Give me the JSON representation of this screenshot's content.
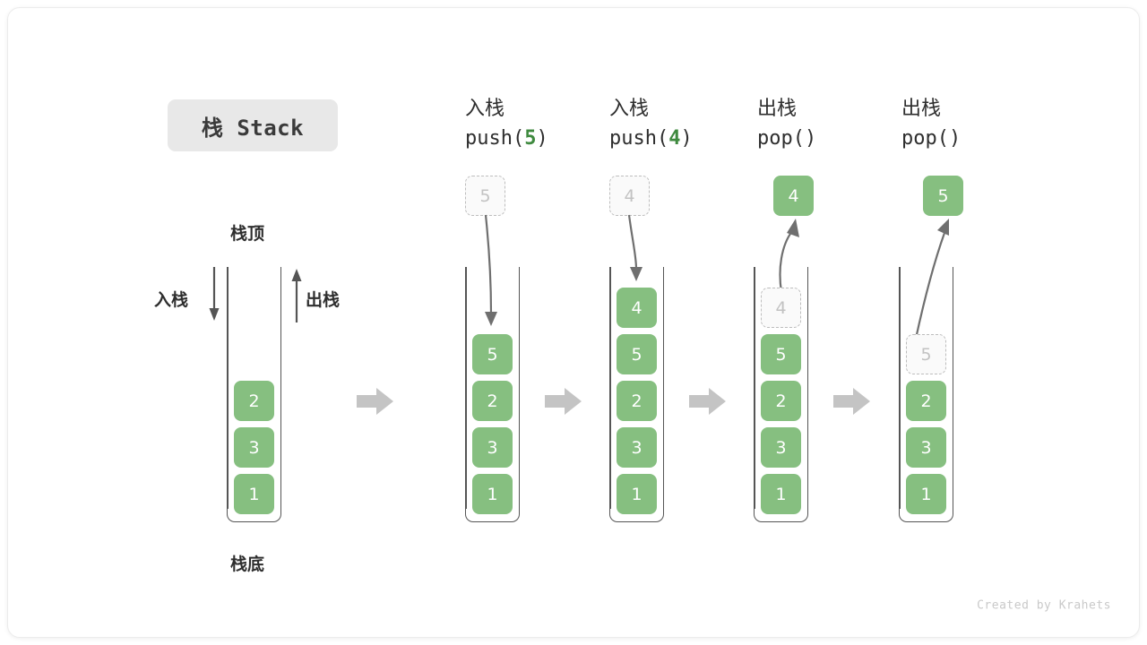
{
  "title_chip": "栈 Stack",
  "footer": "Created by Krahets",
  "colors": {
    "element_green": "#86bf80",
    "ghost_border": "#bdbdbd",
    "ghost_text": "#c2c2c2",
    "arrow_gray": "#c4c4c4",
    "chip_bg": "#e8e8e8",
    "accent_code": "#3f8a3f"
  },
  "base_panel": {
    "top_label": "栈顶",
    "bottom_label": "栈底",
    "push_label": "入栈",
    "pop_label": "出栈",
    "stack": [
      "2",
      "3",
      "1"
    ]
  },
  "steps": [
    {
      "id": "push-5",
      "op_cn": "入栈",
      "op_code_prefix": "push(",
      "op_code_arg": "5",
      "op_code_suffix": ")",
      "incoming": {
        "value": "5",
        "style": "ghost"
      },
      "stack": [
        "5",
        "2",
        "3",
        "1"
      ],
      "stack_styles": [
        "solid",
        "solid",
        "solid",
        "solid"
      ]
    },
    {
      "id": "push-4",
      "op_cn": "入栈",
      "op_code_prefix": "push(",
      "op_code_arg": "4",
      "op_code_suffix": ")",
      "incoming": {
        "value": "4",
        "style": "ghost"
      },
      "stack": [
        "4",
        "5",
        "2",
        "3",
        "1"
      ],
      "stack_styles": [
        "solid",
        "solid",
        "solid",
        "solid",
        "solid"
      ]
    },
    {
      "id": "pop-1",
      "op_cn": "出栈",
      "op_code_prefix": "pop(",
      "op_code_arg": "",
      "op_code_suffix": ")",
      "outgoing": {
        "value": "4",
        "style": "solid"
      },
      "stack": [
        "4",
        "5",
        "2",
        "3",
        "1"
      ],
      "stack_styles": [
        "ghost",
        "solid",
        "solid",
        "solid",
        "solid"
      ]
    },
    {
      "id": "pop-2",
      "op_cn": "出栈",
      "op_code_prefix": "pop(",
      "op_code_arg": "",
      "op_code_suffix": ")",
      "outgoing": {
        "value": "5",
        "style": "solid"
      },
      "stack": [
        "5",
        "2",
        "3",
        "1"
      ],
      "stack_styles": [
        "ghost",
        "solid",
        "solid",
        "solid"
      ]
    }
  ]
}
